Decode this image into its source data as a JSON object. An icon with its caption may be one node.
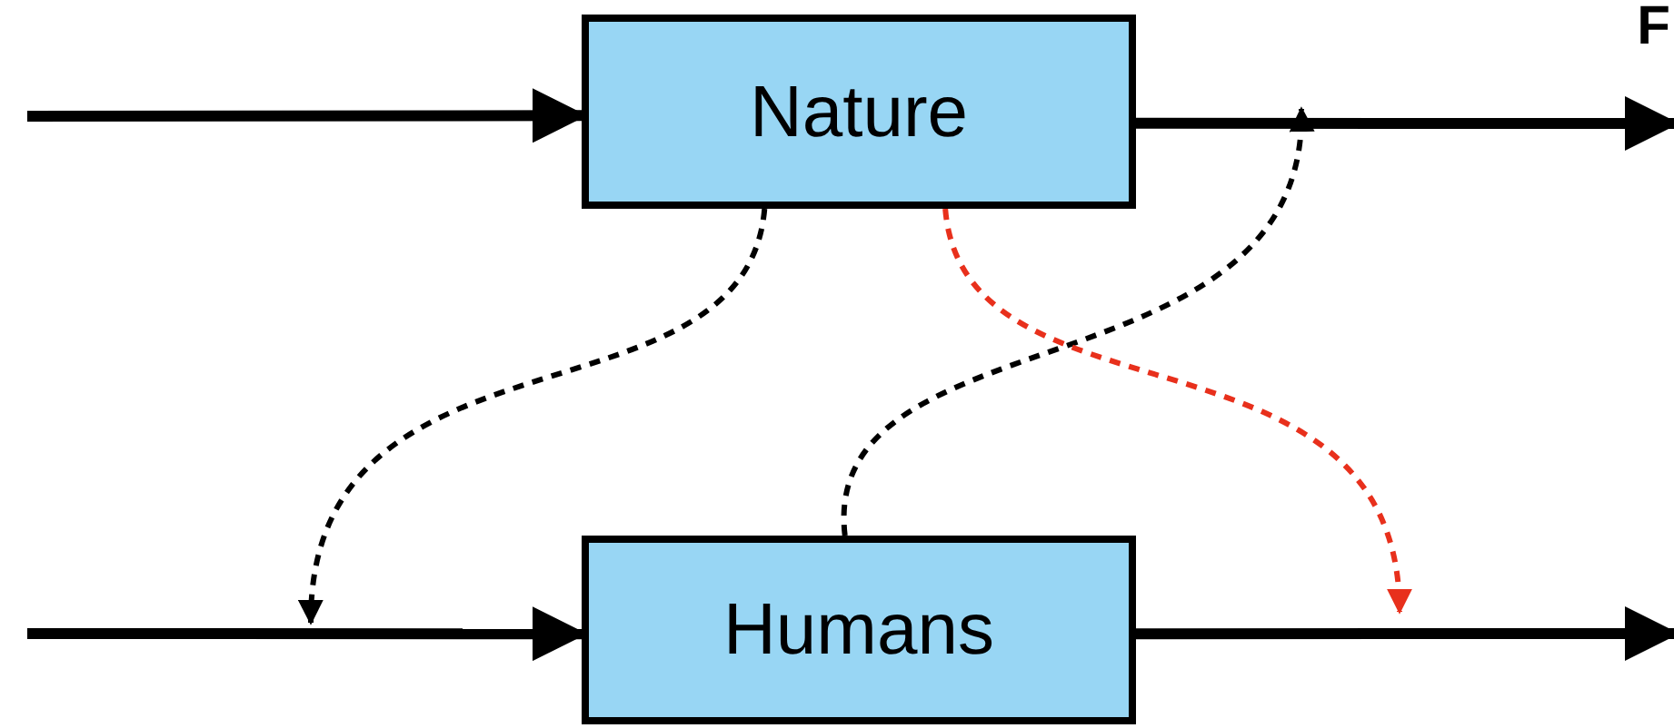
{
  "diagram": {
    "nodes": [
      {
        "text": [
          "Nature"
        ]
      },
      {
        "text": [
          "Humans"
        ]
      }
    ],
    "edges": [
      {
        "from": null,
        "to": 0,
        "arrow": "to"
      },
      {
        "from": 0,
        "to": null,
        "arrow": "to"
      },
      {
        "from": null,
        "to": 1,
        "arrow": "to"
      },
      {
        "from": 1,
        "to": null,
        "arrow": "to"
      },
      {
        "from": 0,
        "to": null,
        "arrow": "to",
        "style": "dashed"
      },
      {
        "from": 1,
        "to": null,
        "arrow": "to",
        "style": "dashed"
      },
      {
        "from": 0,
        "to": null,
        "arrow": "to",
        "style": "dashed",
        "color": "#e8301c"
      }
    ],
    "labels": [
      "F"
    ]
  }
}
